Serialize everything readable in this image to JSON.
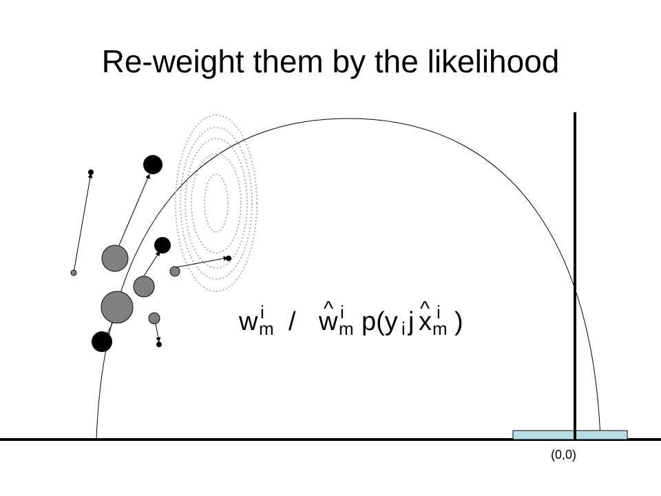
{
  "title": "Re-weight them by the likelihood",
  "origin_label": "(0,0)",
  "formula": {
    "w": "w",
    "sup_i": "i",
    "sub_m": "m",
    "relation": "/",
    "hat": "^",
    "p_open": "p(y",
    "sub_i": "i",
    "given": "j",
    "x": "x",
    "close": ")"
  },
  "colors": {
    "large_particle": "#808080",
    "weighted_particle": "#000000",
    "sensor_box": "#b7dde2",
    "contour": "#a0a0a0"
  }
}
